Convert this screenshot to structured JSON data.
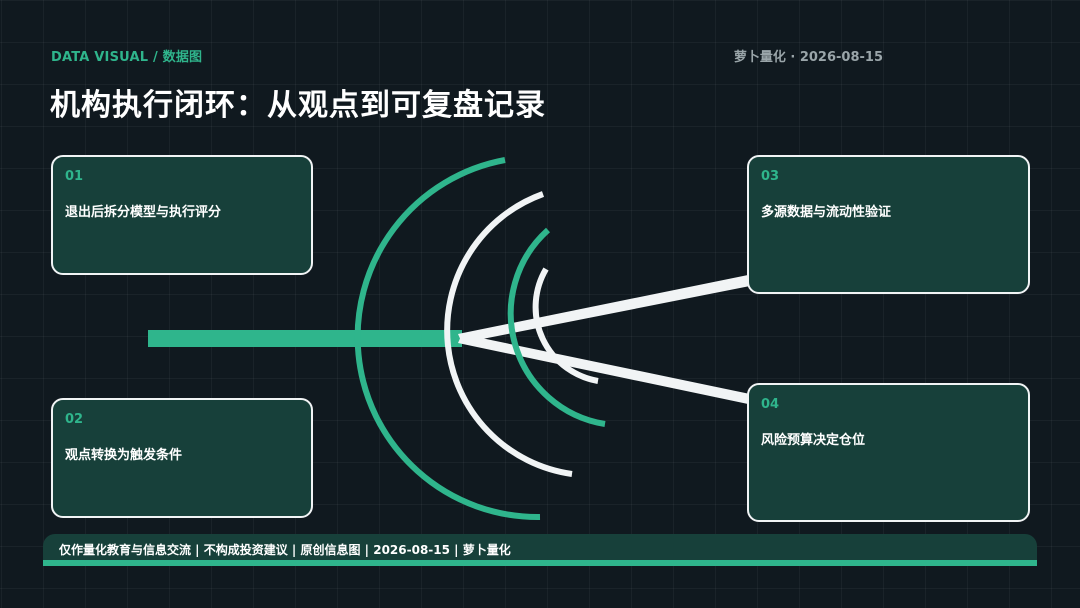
{
  "header": {
    "kicker": "DATA VISUAL / 数据图",
    "meta": "萝卜量化 · 2026-08-15",
    "title": "机构执行闭环：从观点到可复盘记录"
  },
  "cards": [
    {
      "num": "01",
      "label": "退出后拆分模型与执行评分"
    },
    {
      "num": "02",
      "label": "观点转换为触发条件"
    },
    {
      "num": "03",
      "label": "多源数据与流动性验证"
    },
    {
      "num": "04",
      "label": "风险预算决定仓位"
    }
  ],
  "footer": {
    "text": "仅作量化教育与信息交流 | 不构成投资建议 | 原创信息图 | 2026-08-15 | 萝卜量化"
  },
  "colors": {
    "background": "#10191f",
    "accent": "#2fb58c",
    "card": "#17403a",
    "line": "#f1f4f5"
  }
}
